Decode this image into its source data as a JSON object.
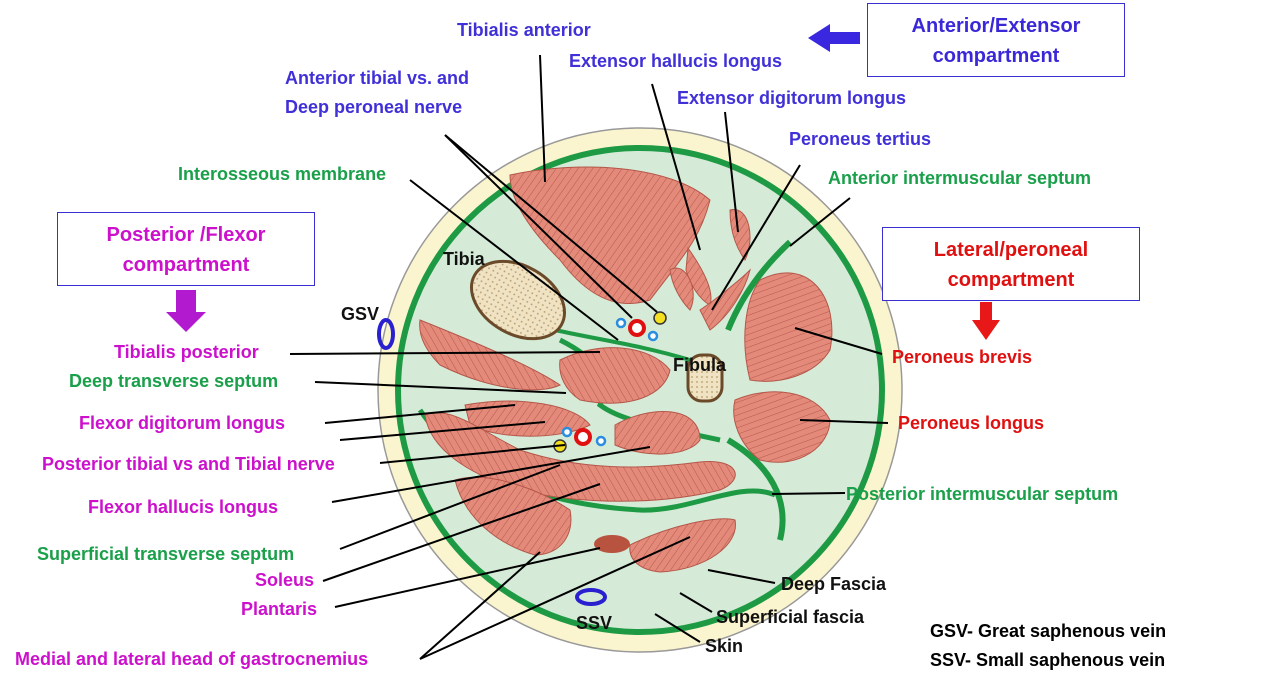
{
  "colors": {
    "anterior": "#4030d8",
    "lateral": "#e01010",
    "posterior": "#cc10cc",
    "septum": "#1aa04a",
    "black": "#111111",
    "muscle": "#e08b7c",
    "compartment_fill": "#d5ebd7",
    "subcutaneous": "#fbf5cf",
    "fascia": "#1e9a45"
  },
  "boxes": {
    "anterior": "Anterior/Extensor compartment",
    "posterior": "Posterior /Flexor compartment",
    "lateral": "Lateral/peroneal compartment"
  },
  "labels": {
    "tibialis_anterior": "Tibialis anterior",
    "extensor_hallucis_longus": "Extensor hallucis  longus",
    "anterior_tibial_vs": "Anterior tibial vs. and",
    "deep_peroneal_nerve": "Deep peroneal nerve",
    "extensor_digitorum_longus": "Extensor digitorum longus",
    "peroneus_tertius": "Peroneus tertius",
    "interosseous_membrane": "Interosseous membrane",
    "anterior_intermuscular_septum": "Anterior intermuscular septum",
    "tibia": "Tibia",
    "gsv": "GSV",
    "fibula": "Fibula",
    "tibialis_posterior": "Tibialis posterior",
    "deep_transverse_septum": "Deep transverse septum",
    "flexor_digitorum_longus": "Flexor  digitorum longus",
    "posterior_tibial_vs": "Posterior  tibial vs and Tibial nerve",
    "flexor_hallucis_longus": "Flexor  hallucis  longus",
    "superficial_transverse_septum": "Superficial transverse septum",
    "soleus": "Soleus",
    "plantaris": "Plantaris",
    "gastrocnemius": "Medial and lateral head of gastrocnemius",
    "peroneus_brevis": "Peroneus brevis",
    "peroneus_longus": "Peroneus longus",
    "posterior_intermuscular_septum": "Posterior intermuscular septum",
    "deep_fascia": "Deep Fascia",
    "superficial_fascia": "Superficial fascia",
    "skin": "Skin",
    "ssv": "SSV"
  },
  "legend": {
    "gsv": "GSV- Great saphenous vein",
    "ssv": "SSV- Small saphenous vein"
  },
  "icons": {
    "anterior_arrow": "left-arrow-icon",
    "posterior_arrow": "down-arrow-icon",
    "lateral_arrow": "down-arrow-icon"
  }
}
